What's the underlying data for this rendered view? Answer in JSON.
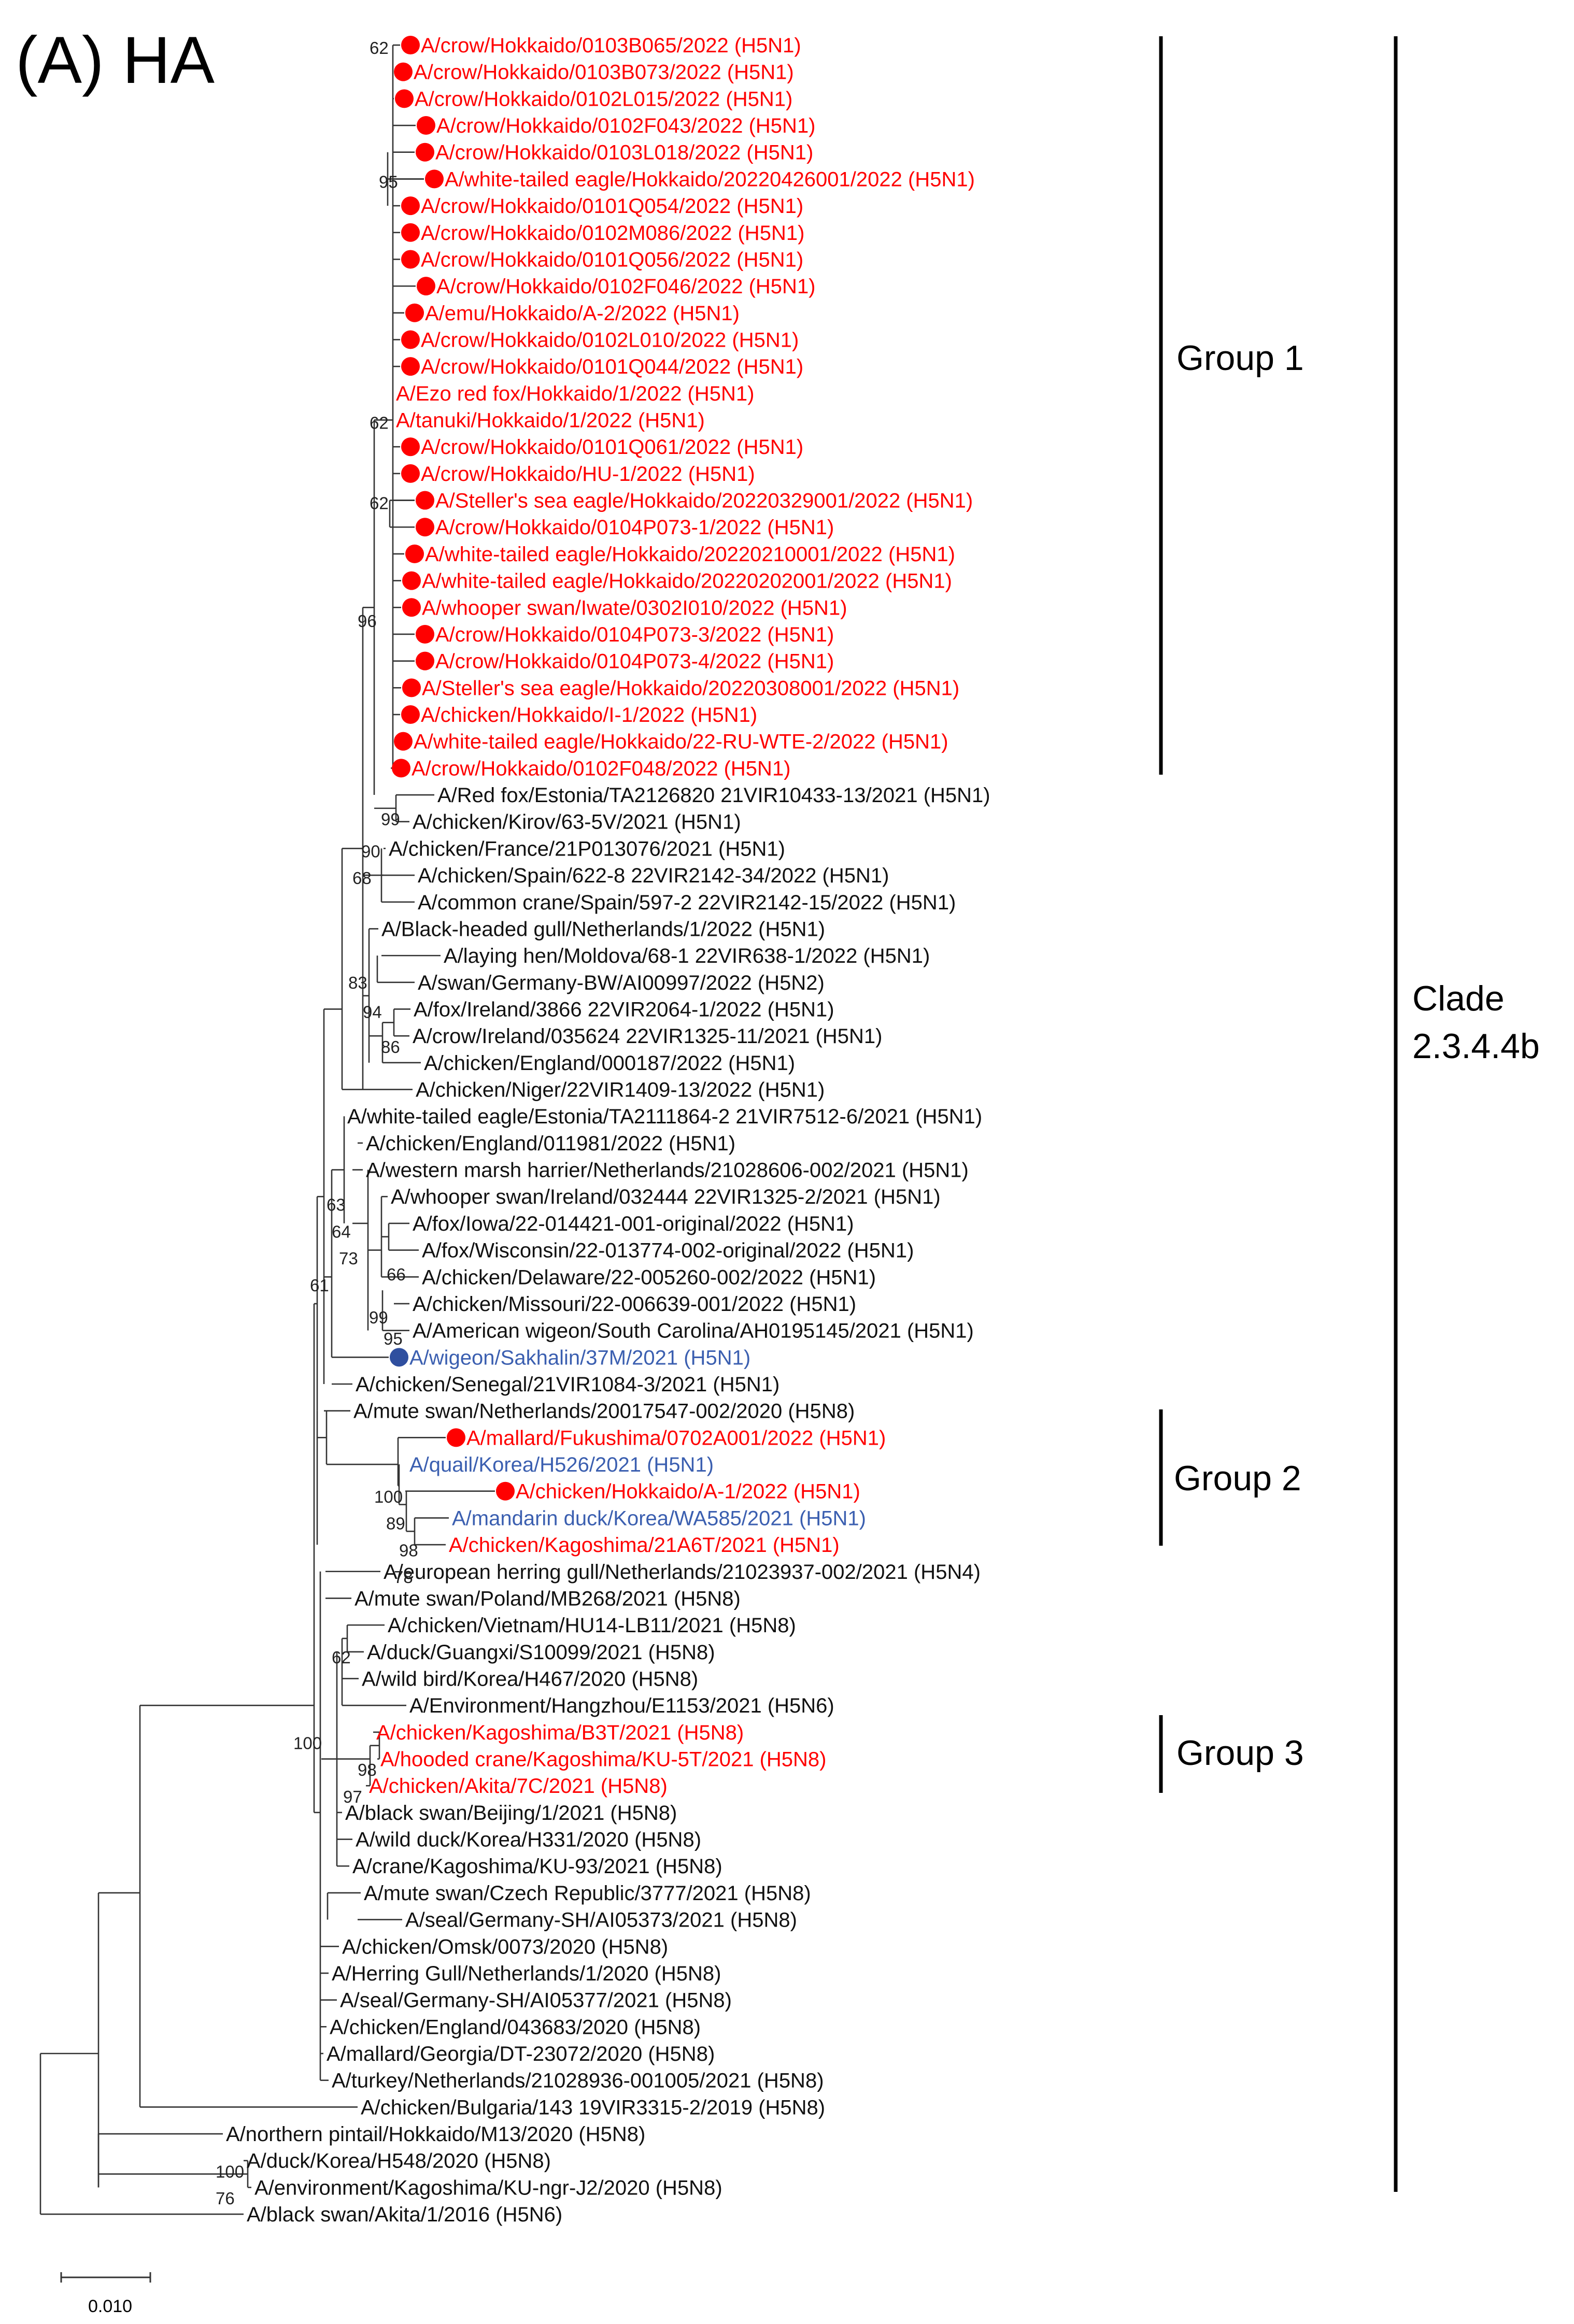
{
  "title": "(A) HA",
  "colors": {
    "red": "#ff0000",
    "blue": "#3b5fb0",
    "black": "#111111",
    "redDot": "#ff0000",
    "blueDot": "#2f4f9f"
  },
  "leaves": [
    {
      "label": "A/crow/Hokkaido/0103B065/2022 (H5N1)",
      "color": "red",
      "dot": "red"
    },
    {
      "label": "A/crow/Hokkaido/0103B073/2022 (H5N1)",
      "color": "red",
      "dot": "red"
    },
    {
      "label": "A/crow/Hokkaido/0102L015/2022 (H5N1)",
      "color": "red",
      "dot": "red"
    },
    {
      "label": "A/crow/Hokkaido/0102F043/2022 (H5N1)",
      "color": "red",
      "dot": "red"
    },
    {
      "label": "A/crow/Hokkaido/0103L018/2022 (H5N1)",
      "color": "red",
      "dot": "red"
    },
    {
      "label": "A/white-tailed eagle/Hokkaido/20220426001/2022 (H5N1)",
      "color": "red",
      "dot": "red"
    },
    {
      "label": "A/crow/Hokkaido/0101Q054/2022 (H5N1)",
      "color": "red",
      "dot": "red"
    },
    {
      "label": "A/crow/Hokkaido/0102M086/2022 (H5N1)",
      "color": "red",
      "dot": "red"
    },
    {
      "label": "A/crow/Hokkaido/0101Q056/2022 (H5N1)",
      "color": "red",
      "dot": "red"
    },
    {
      "label": "A/crow/Hokkaido/0102F046/2022 (H5N1)",
      "color": "red",
      "dot": "red"
    },
    {
      "label": "A/emu/Hokkaido/A-2/2022 (H5N1)",
      "color": "red",
      "dot": "red"
    },
    {
      "label": "A/crow/Hokkaido/0102L010/2022 (H5N1)",
      "color": "red",
      "dot": "red"
    },
    {
      "label": "A/crow/Hokkaido/0101Q044/2022 (H5N1)",
      "color": "red",
      "dot": "red"
    },
    {
      "label": "A/Ezo red fox/Hokkaido/1/2022 (H5N1)",
      "color": "red",
      "dot": ""
    },
    {
      "label": "A/tanuki/Hokkaido/1/2022 (H5N1)",
      "color": "red",
      "dot": ""
    },
    {
      "label": "A/crow/Hokkaido/0101Q061/2022 (H5N1)",
      "color": "red",
      "dot": "red"
    },
    {
      "label": "A/crow/Hokkaido/HU-1/2022 (H5N1)",
      "color": "red",
      "dot": "red"
    },
    {
      "label": "A/Steller's sea eagle/Hokkaido/20220329001/2022 (H5N1)",
      "color": "red",
      "dot": "red"
    },
    {
      "label": "A/crow/Hokkaido/0104P073-1/2022 (H5N1)",
      "color": "red",
      "dot": "red"
    },
    {
      "label": "A/white-tailed eagle/Hokkaido/20220210001/2022 (H5N1)",
      "color": "red",
      "dot": "red"
    },
    {
      "label": "A/white-tailed eagle/Hokkaido/20220202001/2022 (H5N1)",
      "color": "red",
      "dot": "red"
    },
    {
      "label": "A/whooper swan/Iwate/0302I010/2022 (H5N1)",
      "color": "red",
      "dot": "red"
    },
    {
      "label": "A/crow/Hokkaido/0104P073-3/2022 (H5N1)",
      "color": "red",
      "dot": "red"
    },
    {
      "label": "A/crow/Hokkaido/0104P073-4/2022 (H5N1)",
      "color": "red",
      "dot": "red"
    },
    {
      "label": "A/Steller's sea eagle/Hokkaido/20220308001/2022 (H5N1)",
      "color": "red",
      "dot": "red"
    },
    {
      "label": "A/chicken/Hokkaido/I-1/2022 (H5N1)",
      "color": "red",
      "dot": "red"
    },
    {
      "label": "A/white-tailed eagle/Hokkaido/22-RU-WTE-2/2022 (H5N1)",
      "color": "red",
      "dot": "red"
    },
    {
      "label": "A/crow/Hokkaido/0102F048/2022 (H5N1)",
      "color": "red",
      "dot": "red"
    },
    {
      "label": "A/Red fox/Estonia/TA2126820 21VIR10433-13/2021 (H5N1)",
      "color": "black",
      "dot": ""
    },
    {
      "label": "A/chicken/Kirov/63-5V/2021 (H5N1)",
      "color": "black",
      "dot": ""
    },
    {
      "label": "A/chicken/France/21P013076/2021 (H5N1)",
      "color": "black",
      "dot": ""
    },
    {
      "label": "A/chicken/Spain/622-8 22VIR2142-34/2022 (H5N1)",
      "color": "black",
      "dot": ""
    },
    {
      "label": "A/common crane/Spain/597-2 22VIR2142-15/2022 (H5N1)",
      "color": "black",
      "dot": ""
    },
    {
      "label": "A/Black-headed gull/Netherlands/1/2022 (H5N1)",
      "color": "black",
      "dot": ""
    },
    {
      "label": "A/laying hen/Moldova/68-1 22VIR638-1/2022 (H5N1)",
      "color": "black",
      "dot": ""
    },
    {
      "label": "A/swan/Germany-BW/AI00997/2022 (H5N2)",
      "color": "black",
      "dot": ""
    },
    {
      "label": "A/fox/Ireland/3866 22VIR2064-1/2022 (H5N1)",
      "color": "black",
      "dot": ""
    },
    {
      "label": "A/crow/Ireland/035624 22VIR1325-11/2021 (H5N1)",
      "color": "black",
      "dot": ""
    },
    {
      "label": "A/chicken/England/000187/2022 (H5N1)",
      "color": "black",
      "dot": ""
    },
    {
      "label": "A/chicken/Niger/22VIR1409-13/2022 (H5N1)",
      "color": "black",
      "dot": ""
    },
    {
      "label": "A/white-tailed eagle/Estonia/TA2111864-2 21VIR7512-6/2021 (H5N1)",
      "color": "black",
      "dot": ""
    },
    {
      "label": "A/chicken/England/011981/2022 (H5N1)",
      "color": "black",
      "dot": ""
    },
    {
      "label": "A/western marsh harrier/Netherlands/21028606-002/2021 (H5N1)",
      "color": "black",
      "dot": ""
    },
    {
      "label": "A/whooper swan/Ireland/032444 22VIR1325-2/2021 (H5N1)",
      "color": "black",
      "dot": ""
    },
    {
      "label": "A/fox/Iowa/22-014421-001-original/2022 (H5N1)",
      "color": "black",
      "dot": ""
    },
    {
      "label": "A/fox/Wisconsin/22-013774-002-original/2022 (H5N1)",
      "color": "black",
      "dot": ""
    },
    {
      "label": "A/chicken/Delaware/22-005260-002/2022 (H5N1)",
      "color": "black",
      "dot": ""
    },
    {
      "label": "A/chicken/Missouri/22-006639-001/2022 (H5N1)",
      "color": "black",
      "dot": ""
    },
    {
      "label": "A/American wigeon/South Carolina/AH0195145/2021 (H5N1)",
      "color": "black",
      "dot": ""
    },
    {
      "label": "A/wigeon/Sakhalin/37M/2021 (H5N1)",
      "color": "blue",
      "dot": "blue"
    },
    {
      "label": "A/chicken/Senegal/21VIR1084-3/2021 (H5N1)",
      "color": "black",
      "dot": ""
    },
    {
      "label": "A/mute swan/Netherlands/20017547-002/2020 (H5N8)",
      "color": "black",
      "dot": ""
    },
    {
      "label": "A/mallard/Fukushima/0702A001/2022 (H5N1)",
      "color": "red",
      "dot": "red"
    },
    {
      "label": "A/quail/Korea/H526/2021 (H5N1)",
      "color": "blue",
      "dot": ""
    },
    {
      "label": "A/chicken/Hokkaido/A-1/2022 (H5N1)",
      "color": "red",
      "dot": "red"
    },
    {
      "label": "A/mandarin duck/Korea/WA585/2021 (H5N1)",
      "color": "blue",
      "dot": ""
    },
    {
      "label": "A/chicken/Kagoshima/21A6T/2021 (H5N1)",
      "color": "red",
      "dot": ""
    },
    {
      "label": "A/european herring gull/Netherlands/21023937-002/2021 (H5N4)",
      "color": "black",
      "dot": ""
    },
    {
      "label": "A/mute swan/Poland/MB268/2021 (H5N8)",
      "color": "black",
      "dot": ""
    },
    {
      "label": "A/chicken/Vietnam/HU14-LB11/2021 (H5N8)",
      "color": "black",
      "dot": ""
    },
    {
      "label": "A/duck/Guangxi/S10099/2021 (H5N8)",
      "color": "black",
      "dot": ""
    },
    {
      "label": "A/wild bird/Korea/H467/2020 (H5N8)",
      "color": "black",
      "dot": ""
    },
    {
      "label": "A/Environment/Hangzhou/E1153/2021 (H5N6)",
      "color": "black",
      "dot": ""
    },
    {
      "label": "A/chicken/Kagoshima/B3T/2021 (H5N8)",
      "color": "red",
      "dot": ""
    },
    {
      "label": "A/hooded crane/Kagoshima/KU-5T/2021 (H5N8)",
      "color": "red",
      "dot": ""
    },
    {
      "label": "A/chicken/Akita/7C/2021 (H5N8)",
      "color": "red",
      "dot": ""
    },
    {
      "label": "A/black swan/Beijing/1/2021 (H5N8)",
      "color": "black",
      "dot": ""
    },
    {
      "label": "A/wild duck/Korea/H331/2020 (H5N8)",
      "color": "black",
      "dot": ""
    },
    {
      "label": "A/crane/Kagoshima/KU-93/2021 (H5N8)",
      "color": "black",
      "dot": ""
    },
    {
      "label": "A/mute swan/Czech Republic/3777/2021 (H5N8)",
      "color": "black",
      "dot": ""
    },
    {
      "label": "A/seal/Germany-SH/AI05373/2021 (H5N8)",
      "color": "black",
      "dot": ""
    },
    {
      "label": "A/chicken/Omsk/0073/2020 (H5N8)",
      "color": "black",
      "dot": ""
    },
    {
      "label": "A/Herring Gull/Netherlands/1/2020 (H5N8)",
      "color": "black",
      "dot": ""
    },
    {
      "label": "A/seal/Germany-SH/AI05377/2021 (H5N8)",
      "color": "black",
      "dot": ""
    },
    {
      "label": "A/chicken/England/043683/2020 (H5N8)",
      "color": "black",
      "dot": ""
    },
    {
      "label": "A/mallard/Georgia/DT-23072/2020 (H5N8)",
      "color": "black",
      "dot": ""
    },
    {
      "label": "A/turkey/Netherlands/21028936-001005/2021 (H5N8)",
      "color": "black",
      "dot": ""
    },
    {
      "label": "A/chicken/Bulgaria/143 19VIR3315-2/2019 (H5N8)",
      "color": "black",
      "dot": ""
    },
    {
      "label": "A/northern pintail/Hokkaido/M13/2020 (H5N8)",
      "color": "black",
      "dot": ""
    },
    {
      "label": "A/duck/Korea/H548/2020 (H5N8)",
      "color": "black",
      "dot": ""
    },
    {
      "label": "A/environment/Kagoshima/KU-ngr-J2/2020 (H5N8)",
      "color": "black",
      "dot": ""
    },
    {
      "label": "A/black swan/Akita/1/2016 (H5N6)",
      "color": "black",
      "dot": ""
    }
  ],
  "bootstraps": [
    "62",
    "95",
    "62",
    "62",
    "96",
    "99",
    "90",
    "68",
    "83",
    "94",
    "86",
    "63",
    "64",
    "73",
    "66",
    "99",
    "95",
    "61",
    "100",
    "89",
    "98",
    "78",
    "62",
    "100",
    "98",
    "97",
    "100",
    "76"
  ],
  "groups": [
    {
      "label": "Group 1"
    },
    {
      "label": "Group 2"
    },
    {
      "label": "Group 3"
    }
  ],
  "clade": {
    "line1": "Clade",
    "line2": "2.3.4.4b"
  },
  "scale": {
    "label": "0.010"
  }
}
